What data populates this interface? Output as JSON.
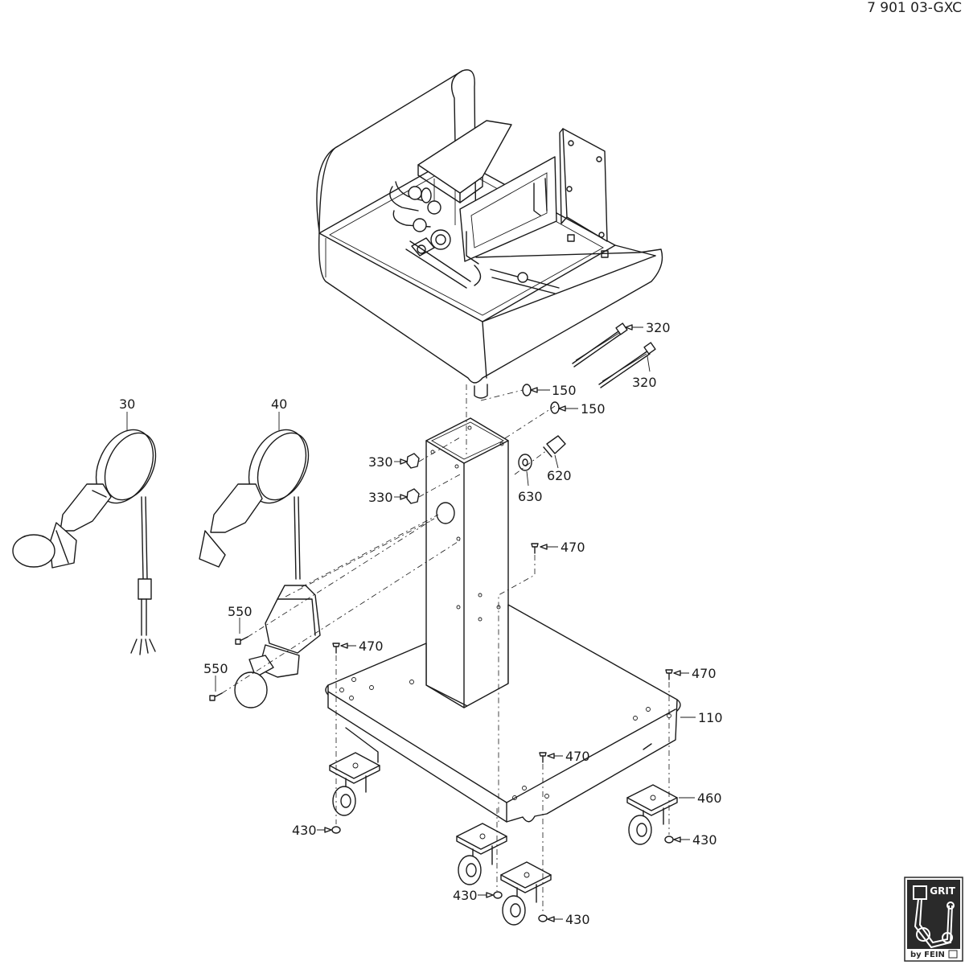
{
  "document": {
    "number": "7 901 03-GXC"
  },
  "callouts": [
    {
      "id": "320a",
      "text": "320"
    },
    {
      "id": "320b",
      "text": "320"
    },
    {
      "id": "150a",
      "text": "150"
    },
    {
      "id": "150b",
      "text": "150"
    },
    {
      "id": "330a",
      "text": "330"
    },
    {
      "id": "330b",
      "text": "330"
    },
    {
      "id": "620",
      "text": "620"
    },
    {
      "id": "630",
      "text": "630"
    },
    {
      "id": "470a",
      "text": "470"
    },
    {
      "id": "470b",
      "text": "470"
    },
    {
      "id": "470c",
      "text": "470"
    },
    {
      "id": "470d",
      "text": "470"
    },
    {
      "id": "30",
      "text": "30"
    },
    {
      "id": "40",
      "text": "40"
    },
    {
      "id": "550a",
      "text": "550"
    },
    {
      "id": "550b",
      "text": "550"
    },
    {
      "id": "110",
      "text": "110"
    },
    {
      "id": "460",
      "text": "460"
    },
    {
      "id": "430a",
      "text": "430"
    },
    {
      "id": "430b",
      "text": "430"
    },
    {
      "id": "430c",
      "text": "430"
    },
    {
      "id": "430d",
      "text": "430"
    }
  ],
  "logo": {
    "brand": "GRIT",
    "byline": "by FEIN"
  },
  "colors": {
    "line": "#1a1a1a",
    "background": "#ffffff",
    "logo_fill": "#2a2a2a"
  }
}
